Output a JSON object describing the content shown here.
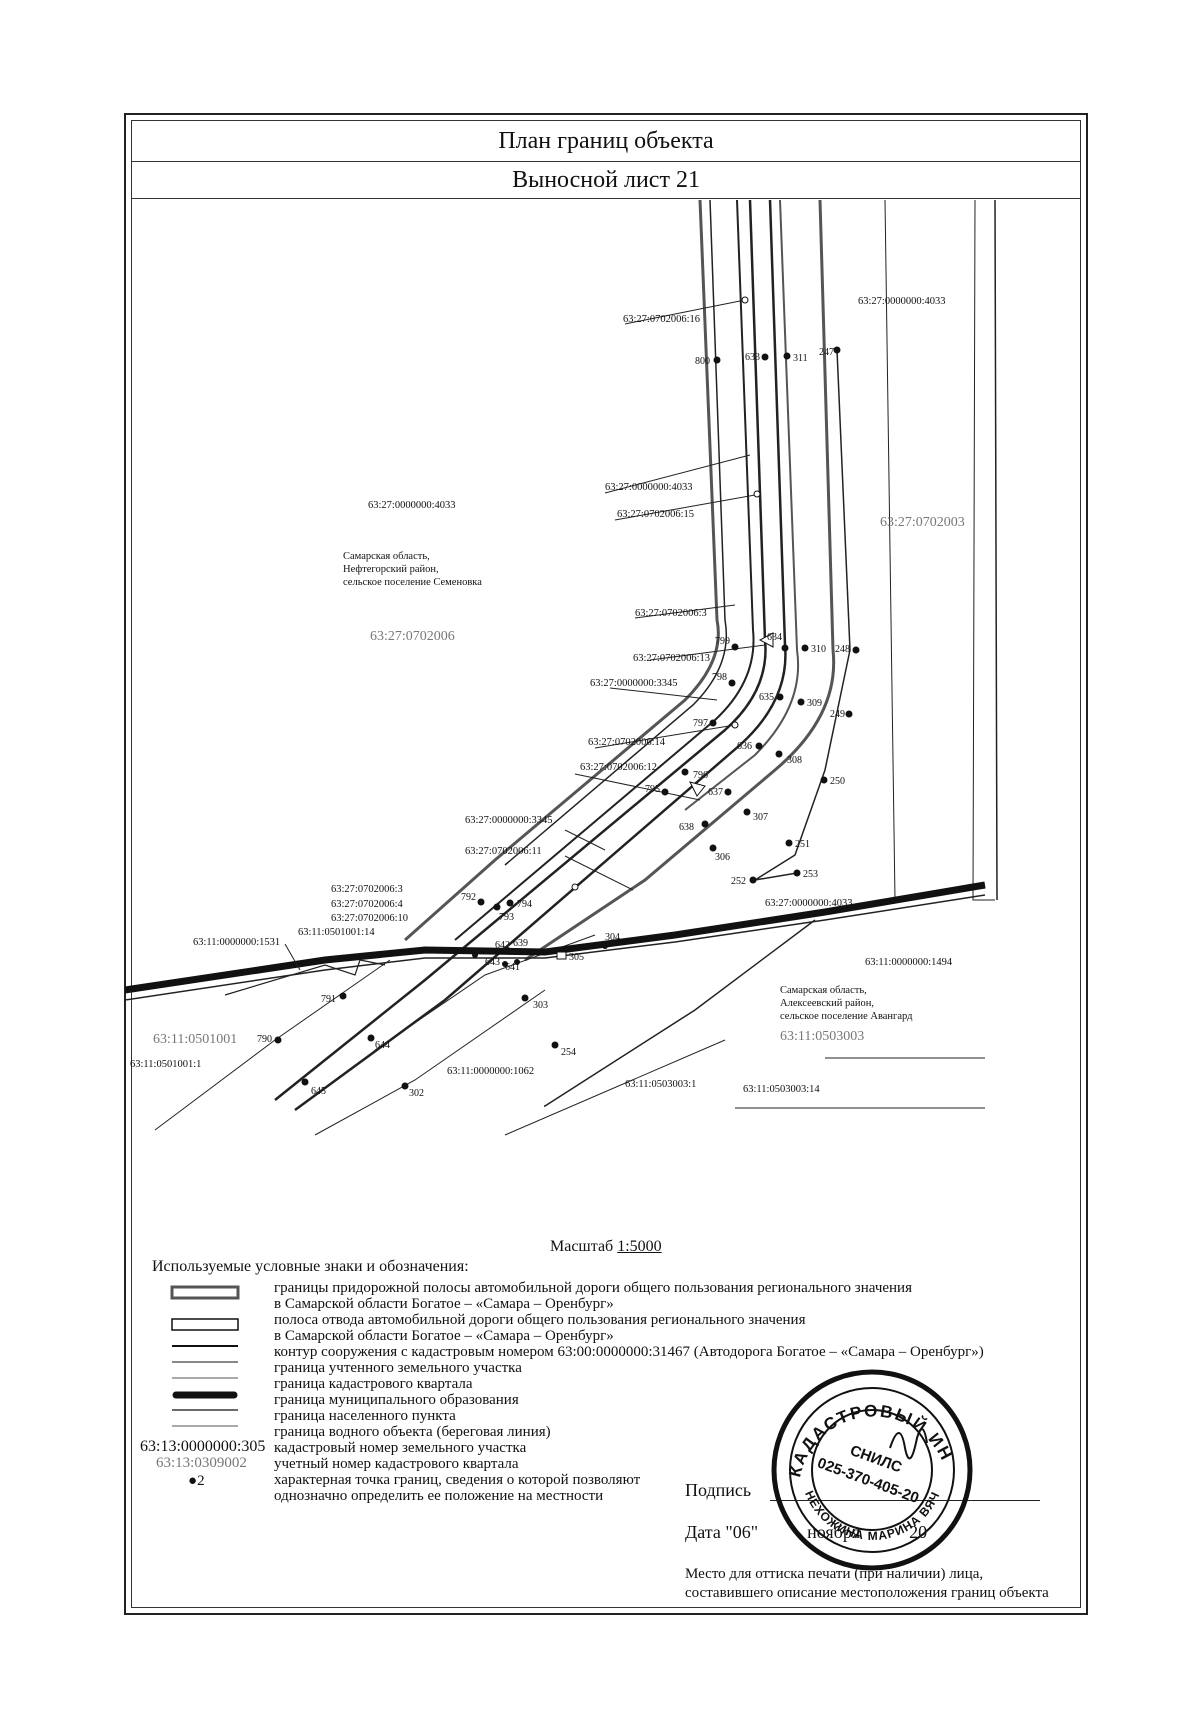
{
  "header": {
    "title": "План границ объекта",
    "sheet": "Выносной лист 21"
  },
  "map": {
    "labels": {
      "p16": "63:27:0702006:16",
      "q4033_tr": "63:27:0000000:4033",
      "q4033_mid": "63:27:0000000:4033",
      "p15": "63:27:0702006:15",
      "q4033_left": "63:27:0000000:4033",
      "region_line1": "Самарская область,",
      "region_line2": "Нефтегорский район,",
      "region_line3": "сельское поселение Семеновка",
      "quarter_0702006": "63:27:0702006",
      "quarter_0702003": "63:27:0702003",
      "p3": "63:27:0702006:3",
      "p13": "63:27:0702006:13",
      "q3345_a": "63:27:0000000:3345",
      "p14": "63:27:0702006:14",
      "p12": "63:27:0702006:12",
      "q3345_b": "63:27:0000000:3345",
      "p11": "63:27:0702006:11",
      "p3b": "63:27:0702006:3",
      "p4": "63:27:0702006:4",
      "p10": "63:27:0702006:10",
      "p0501001_14": "63:11:0501001:14",
      "q1531": "63:11:0000000:1531",
      "q4033_right": "63:27:0000000:4033",
      "q1494": "63:11:0000000:1494",
      "region2_line1": "Самарская область,",
      "region2_line2": "Алексеевский район,",
      "region2_line3": "сельское поселение Авангард",
      "quarter_0503003": "63:11:0503003",
      "quarter_0501001": "63:11:0501001",
      "p0501001_1": "63:11:0501001:1",
      "q1062": "63:11:0000000:1062",
      "p0503003_1": "63:11:0503003:1",
      "p0503003_14": "63:11:0503003:14"
    },
    "points": {
      "n800": "800",
      "n633": "633",
      "n311": "311",
      "n247": "247",
      "n799": "799",
      "n634": "634",
      "n310": "310",
      "n248": "248",
      "n798": "798",
      "n635": "635",
      "n309": "309",
      "n249": "249",
      "n797": "797",
      "n636": "636",
      "n308": "308",
      "n250": "250",
      "n796": "796",
      "n795": "795",
      "n637": "637",
      "n307": "307",
      "n638": "638",
      "n306": "306",
      "n251": "251",
      "n252": "252",
      "n253": "253",
      "n792": "792",
      "n794": "794",
      "n793": "793",
      "n642": "642",
      "n639": "639",
      "n304": "304",
      "n643": "643",
      "n641": "641",
      "n305": "305",
      "n791": "791",
      "n303": "303",
      "n790": "790",
      "n644": "644",
      "n254": "254",
      "n645": "645",
      "n302": "302"
    }
  },
  "legend": {
    "scale_label": "Масштаб",
    "scale_value": "1:5000",
    "heading": "Используемые условные знаки и обозначения:",
    "items": [
      {
        "text": "границы придорожной полосы автомобильной дороги общего пользования регионального значения"
      },
      {
        "text": "в Самарской области Богатое – «Самара – Оренбург»"
      },
      {
        "text": "полоса отвода автомобильной дороги общего пользования регионального значения"
      },
      {
        "text": "в Самарской области Богатое – «Самара – Оренбург»"
      },
      {
        "text": "контур сооружения с кадастровым номером 63:00:0000000:31467  (Автодорога Богатое – «Самара – Оренбург»)"
      },
      {
        "text": "граница учтенного земельного участка"
      },
      {
        "text": "граница кадастрового квартала"
      },
      {
        "text": "граница муниципального образования"
      },
      {
        "text": "граница населенного пункта"
      },
      {
        "text": "граница водного объекта (береговая линия)"
      },
      {
        "text": "кадастровый номер земельного участка"
      },
      {
        "text": "учетный номер кадастрового квартала"
      },
      {
        "text": "характерная точка границ, сведения о которой позволяют"
      },
      {
        "text": "однозначно определить ее положение на местности"
      }
    ],
    "sample_parcel": "63:13:0000000:305",
    "sample_quarter": "63:13:0309002",
    "sample_point": "2"
  },
  "signature": {
    "sign_label": "Подпись",
    "date_label": "Дата",
    "date_day": "\"06\"",
    "date_month": "ноября",
    "date_year": "20",
    "place_line1": "Место для оттиска печати (при наличии) лица,",
    "place_line2": "составившего описание местоположения границ объекта"
  },
  "stamp": {
    "text_top": "КАДАСТРОВЫЙ ИНЖЕНЕР",
    "text_bottom": "НЕХОЖИНА МАРИНА ВЯЧЕСЛАВОВНА",
    "snils_label": "СНИЛС",
    "snils": "025-370-405-20"
  }
}
